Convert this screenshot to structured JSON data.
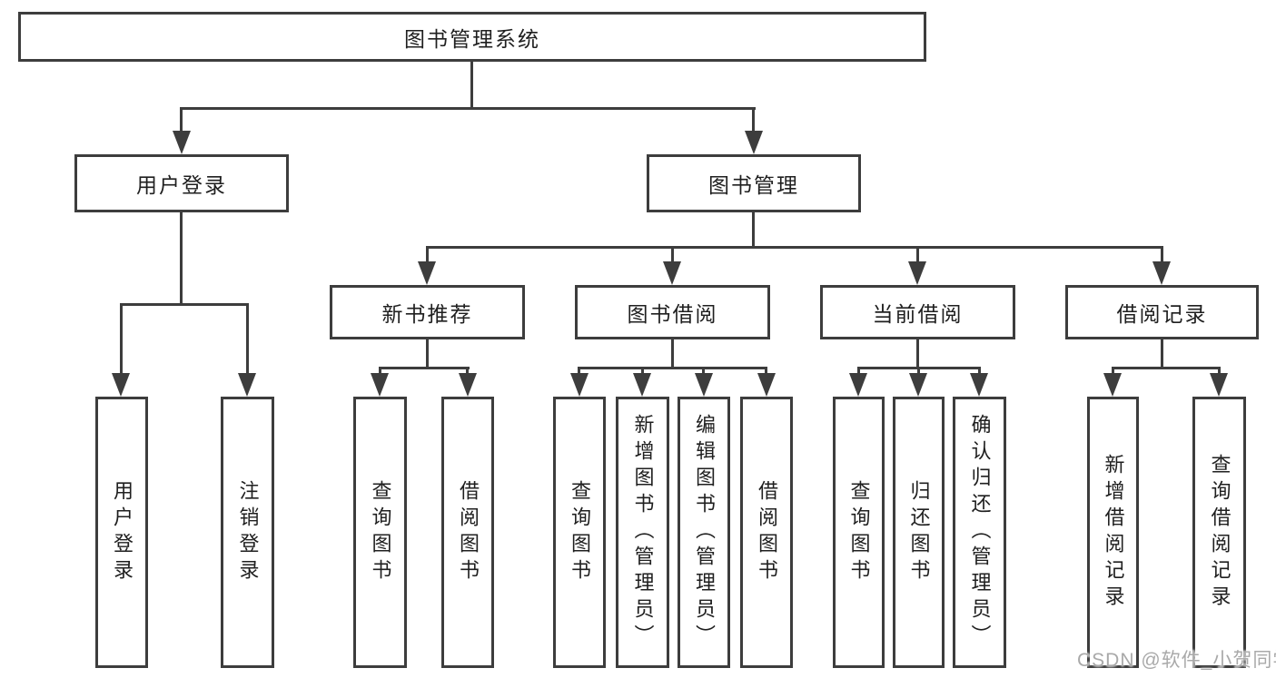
{
  "diagram_title": "图书管理系统",
  "tree": {
    "label": "图书管理系统",
    "children": [
      {
        "label": "用户登录",
        "children": [
          {
            "label": "用户登录"
          },
          {
            "label": "注销登录"
          }
        ]
      },
      {
        "label": "图书管理",
        "children": [
          {
            "label": "新书推荐",
            "children": [
              {
                "label": "查询图书"
              },
              {
                "label": "借阅图书"
              }
            ]
          },
          {
            "label": "图书借阅",
            "children": [
              {
                "label": "查询图书"
              },
              {
                "label": "新增图书（管理员）"
              },
              {
                "label": "编辑图书（管理员）"
              },
              {
                "label": "借阅图书"
              }
            ]
          },
          {
            "label": "当前借阅",
            "children": [
              {
                "label": "查询图书"
              },
              {
                "label": "归还图书"
              },
              {
                "label": "确认归还（管理员）"
              }
            ]
          },
          {
            "label": "借阅记录",
            "children": [
              {
                "label": "新增借阅记录"
              },
              {
                "label": "查询借阅记录"
              }
            ]
          }
        ]
      }
    ]
  },
  "watermark": {
    "text": "CSDN @软件_小贺同学"
  },
  "colors": {
    "line": "#3d3d3d",
    "text": "#1f1f1f",
    "background": "#ffffff",
    "watermark": "#a9a9a9"
  }
}
